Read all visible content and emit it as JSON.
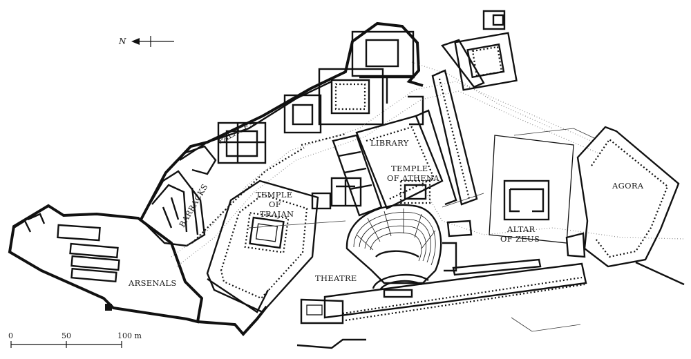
{
  "map": {
    "north_label": "N",
    "labels": [
      {
        "id": "palaces",
        "text": "PALACES"
      },
      {
        "id": "barracks",
        "text": "BARRACKS"
      },
      {
        "id": "library",
        "text": "LIBRARY"
      },
      {
        "id": "temple_athena_1",
        "text": "TEMPLE"
      },
      {
        "id": "temple_athena_2",
        "text": "OF ATHENA"
      },
      {
        "id": "temple_trajan_1",
        "text": "TEMPLE"
      },
      {
        "id": "temple_trajan_2",
        "text": "OF"
      },
      {
        "id": "temple_trajan_3",
        "text": "TRAJAN"
      },
      {
        "id": "arsenals",
        "text": "ARSENALS"
      },
      {
        "id": "theatre",
        "text": "THEATRE"
      },
      {
        "id": "altar_1",
        "text": "ALTAR"
      },
      {
        "id": "altar_2",
        "text": "OF ZEUS"
      },
      {
        "id": "agora",
        "text": "AGORA"
      }
    ],
    "scale": {
      "ticks": [
        "0",
        "50",
        "100 m"
      ]
    }
  }
}
